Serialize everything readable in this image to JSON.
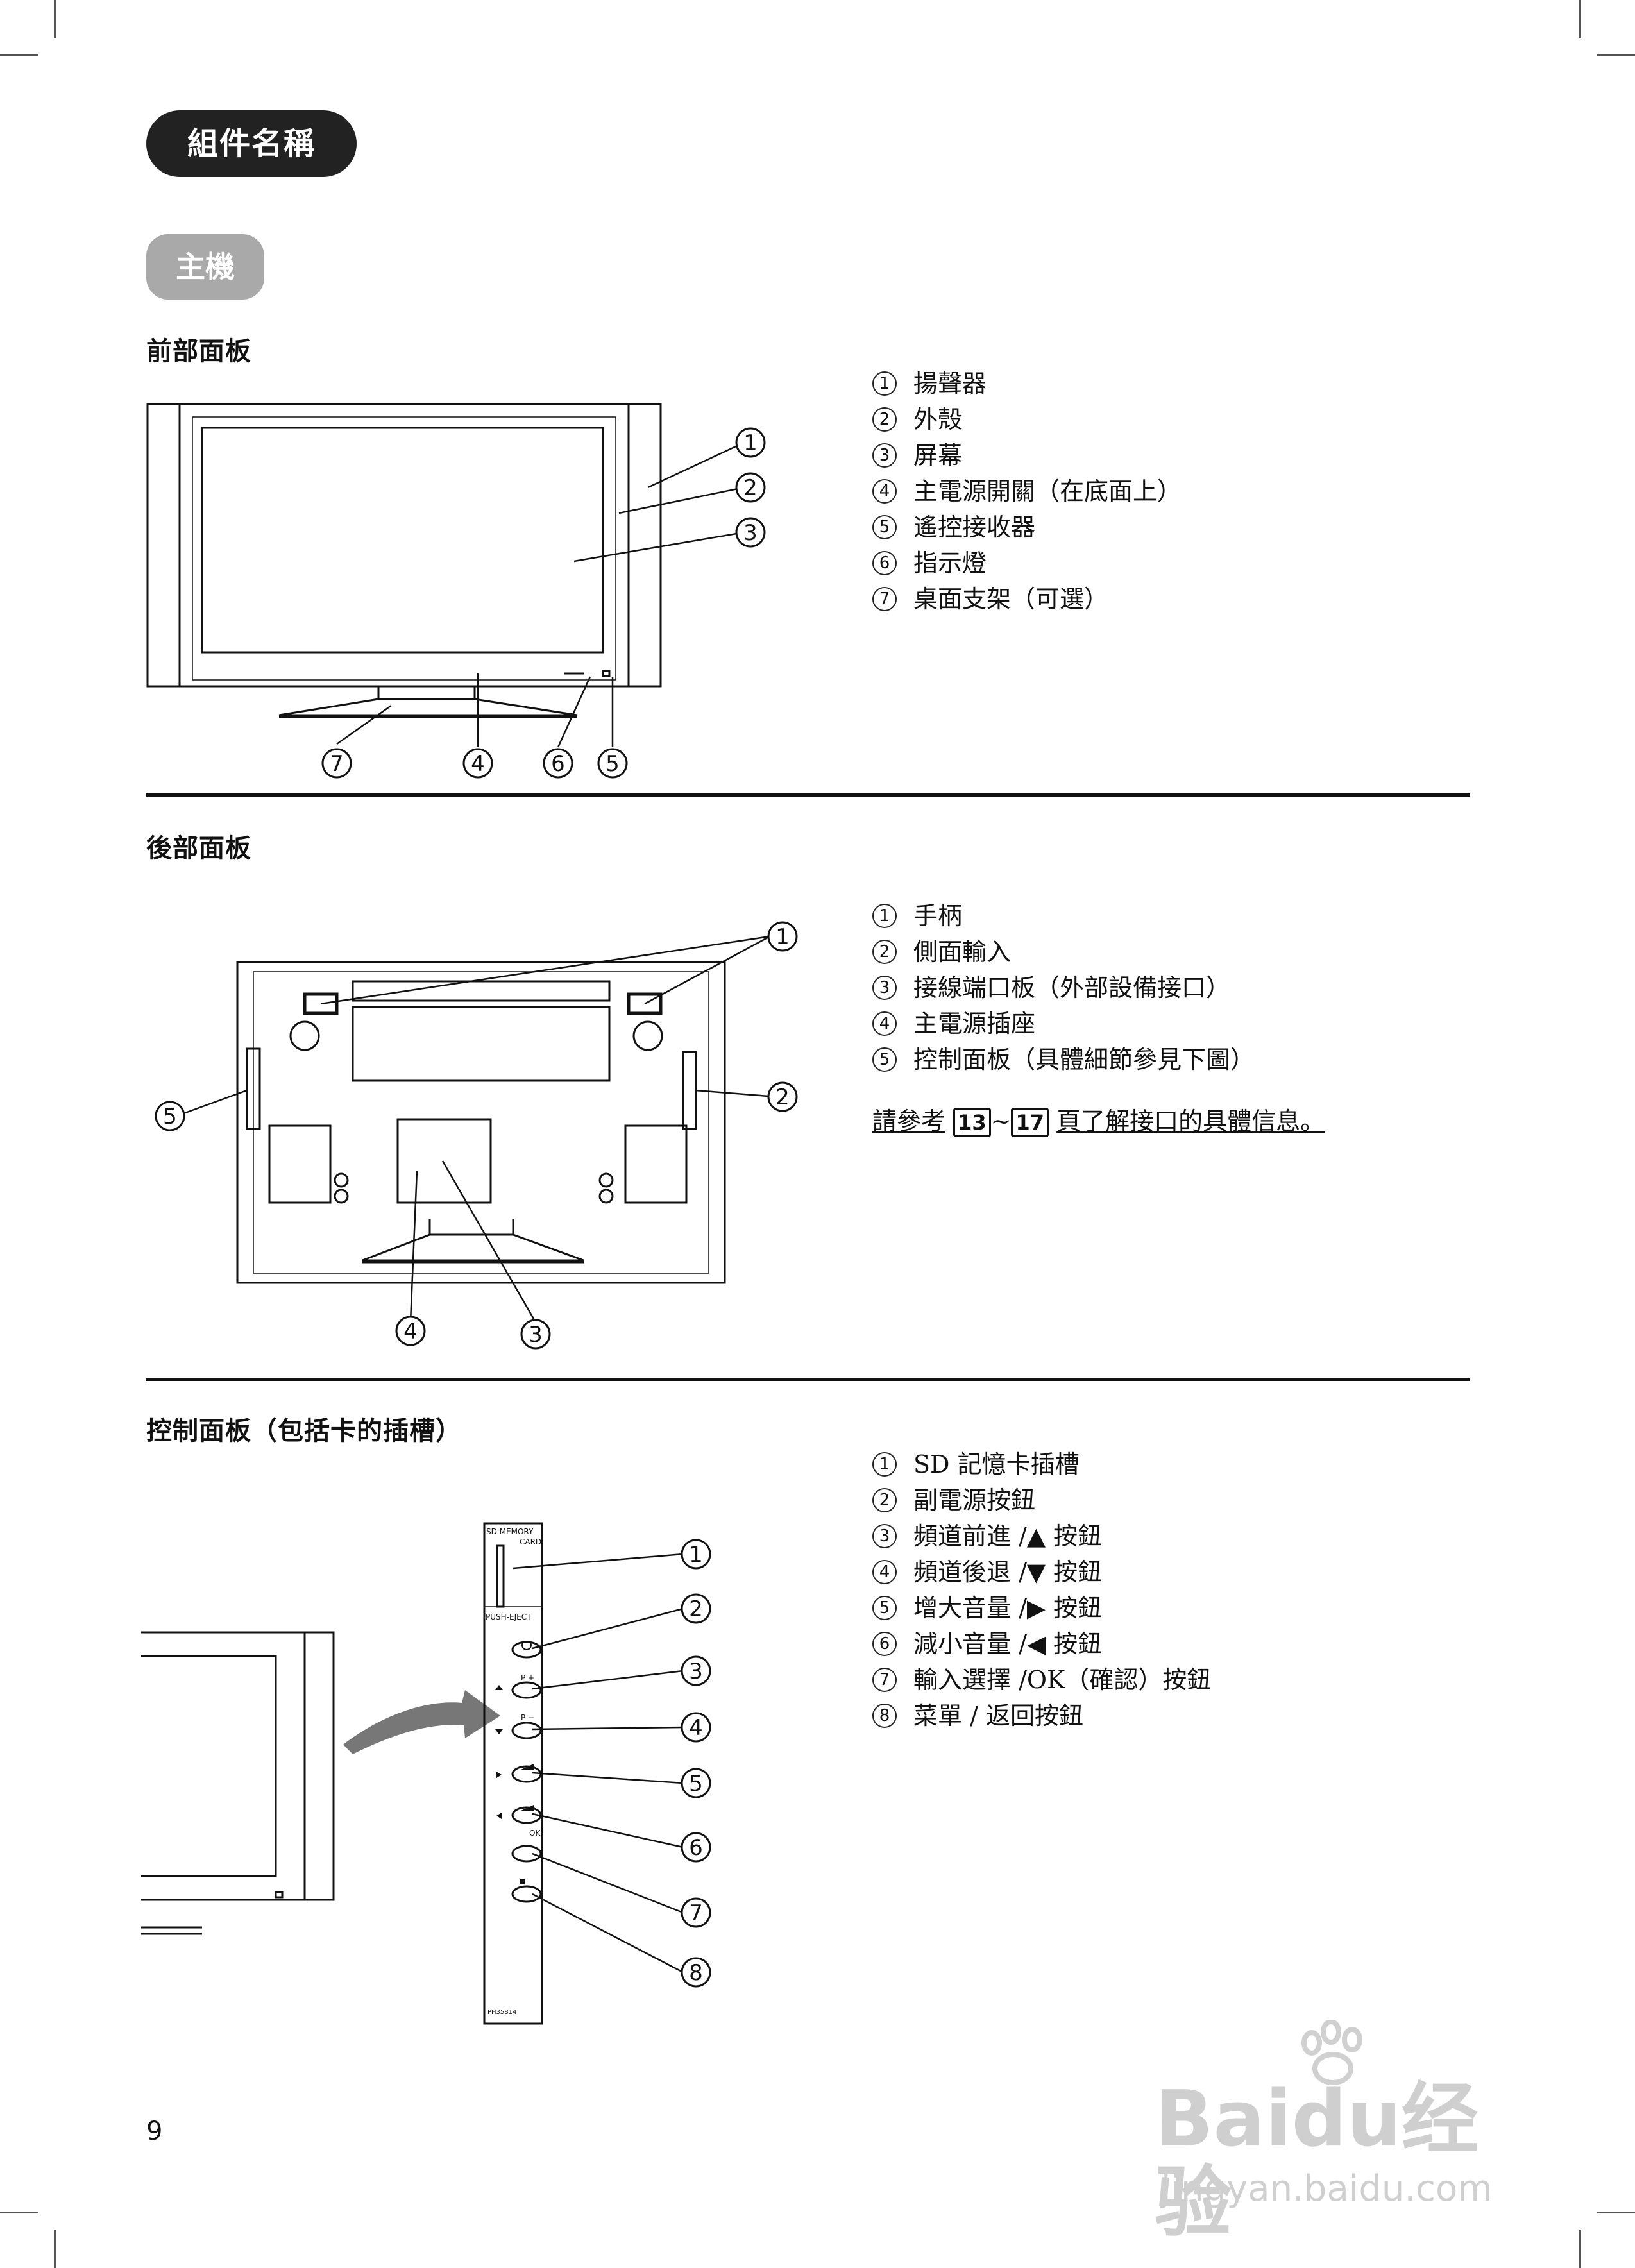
{
  "title": "組件名稱",
  "subtitle": "主機",
  "front_panel": {
    "heading": "前部面板",
    "items": [
      {
        "num": "1",
        "label": "揚聲器"
      },
      {
        "num": "2",
        "label": "外殼"
      },
      {
        "num": "3",
        "label": "屏幕"
      },
      {
        "num": "4",
        "label": "主電源開關（在底面上）"
      },
      {
        "num": "5",
        "label": "遙控接收器"
      },
      {
        "num": "6",
        "label": "指示燈"
      },
      {
        "num": "7",
        "label": "桌面支架（可選）"
      }
    ]
  },
  "rear_panel": {
    "heading": "後部面板",
    "items": [
      {
        "num": "1",
        "label": "手柄"
      },
      {
        "num": "2",
        "label": "側面輸入"
      },
      {
        "num": "3",
        "label": "接線端口板（外部設備接口）"
      },
      {
        "num": "4",
        "label": "主電源插座"
      },
      {
        "num": "5",
        "label": "控制面板（具體細節參見下圖）"
      }
    ],
    "note_prefix": "請參考",
    "note_page_from": "13",
    "note_tilde": "~",
    "note_page_to": "17",
    "note_suffix": "頁了解接口的具體信息。"
  },
  "control_panel": {
    "heading": "控制面板（包括卡的插槽）",
    "items": [
      {
        "num": "1",
        "label": "SD 記憶卡插槽"
      },
      {
        "num": "2",
        "label": "副電源按鈕"
      },
      {
        "num": "3",
        "label": "頻道前進 /▲ 按鈕"
      },
      {
        "num": "4",
        "label": "頻道後退 /▼ 按鈕"
      },
      {
        "num": "5",
        "label": "增大音量 /▶ 按鈕"
      },
      {
        "num": "6",
        "label": "減小音量 /◀ 按鈕"
      },
      {
        "num": "7",
        "label": "輸入選擇 /OK（確認）按鈕"
      },
      {
        "num": "8",
        "label": "菜單 / 返回按鈕"
      }
    ],
    "panel_labels": {
      "sd_memory": "SD MEMORY",
      "card": "CARD",
      "push_eject": "PUSH-EJECT",
      "p_plus": "P +",
      "p_minus": "P −",
      "ok": "OK",
      "model": "PH35814"
    }
  },
  "page_number": "9",
  "watermark": {
    "brand": "Baidu经验",
    "url": "jingyan.baidu.com"
  },
  "callouts": [
    "1",
    "2",
    "3",
    "4",
    "5",
    "6",
    "7",
    "8"
  ]
}
